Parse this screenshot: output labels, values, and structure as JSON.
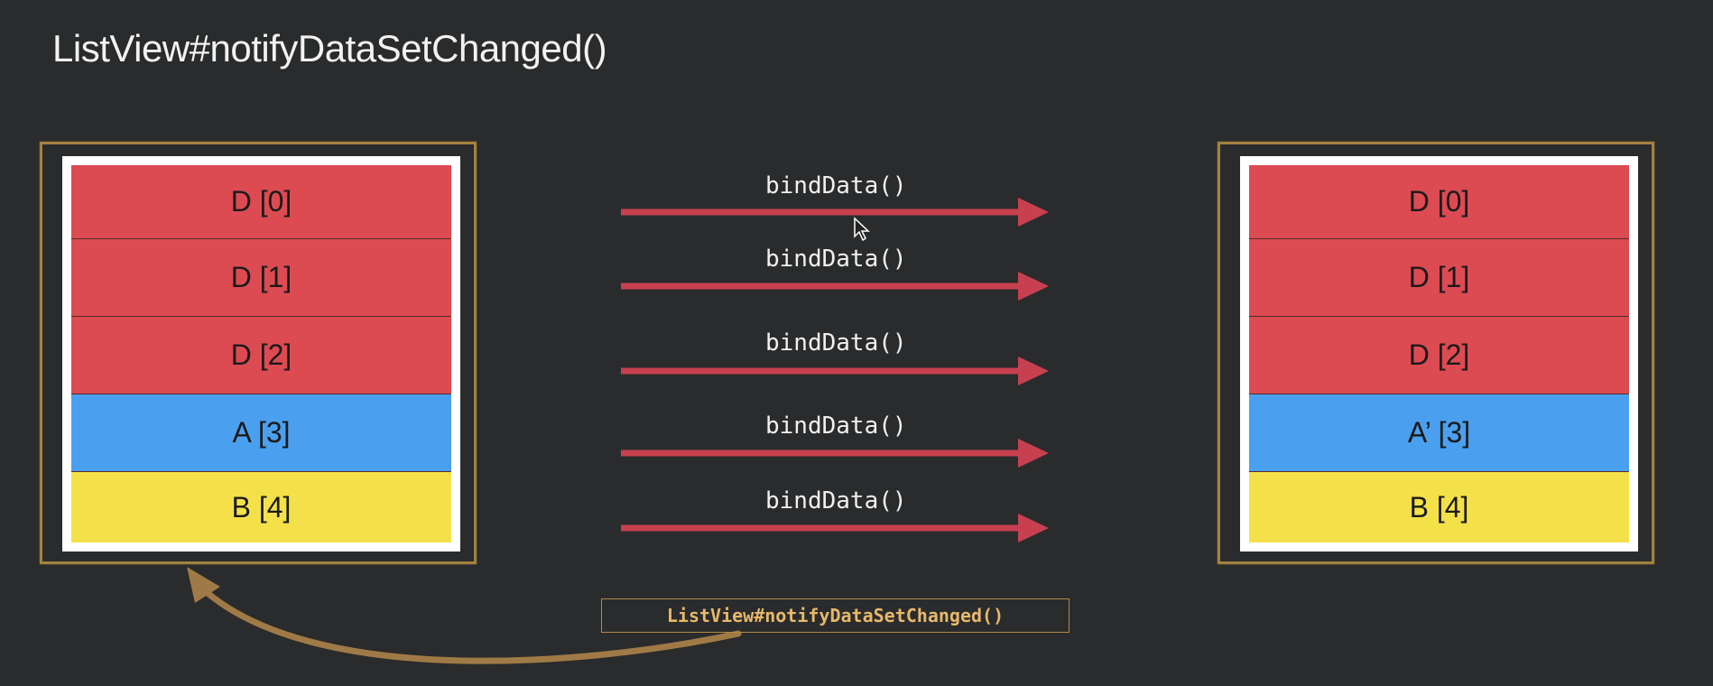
{
  "title": "ListView#notifyDataSetChanged()",
  "left_list": [
    {
      "label": "D [0]",
      "color": "#dc4a52"
    },
    {
      "label": "D [1]",
      "color": "#dc4a52"
    },
    {
      "label": "D [2]",
      "color": "#dc4a52"
    },
    {
      "label": "A [3]",
      "color": "#4aa0ee"
    },
    {
      "label": "B [4]",
      "color": "#f4e14a"
    }
  ],
  "right_list": [
    {
      "label": "D [0]",
      "color": "#dc4a52"
    },
    {
      "label": "D [1]",
      "color": "#dc4a52"
    },
    {
      "label": "D [2]",
      "color": "#dc4a52"
    },
    {
      "label": "A’ [3]",
      "color": "#4aa0ee"
    },
    {
      "label": "B [4]",
      "color": "#f4e14a"
    }
  ],
  "arrows": [
    "bindData()",
    "bindData()",
    "bindData()",
    "bindData()",
    "bindData()"
  ],
  "code_box": "ListView#notifyDataSetChanged()",
  "colors": {
    "arrow": "#c8404f",
    "frame": "#a2823f",
    "curve": "#a07a46"
  }
}
